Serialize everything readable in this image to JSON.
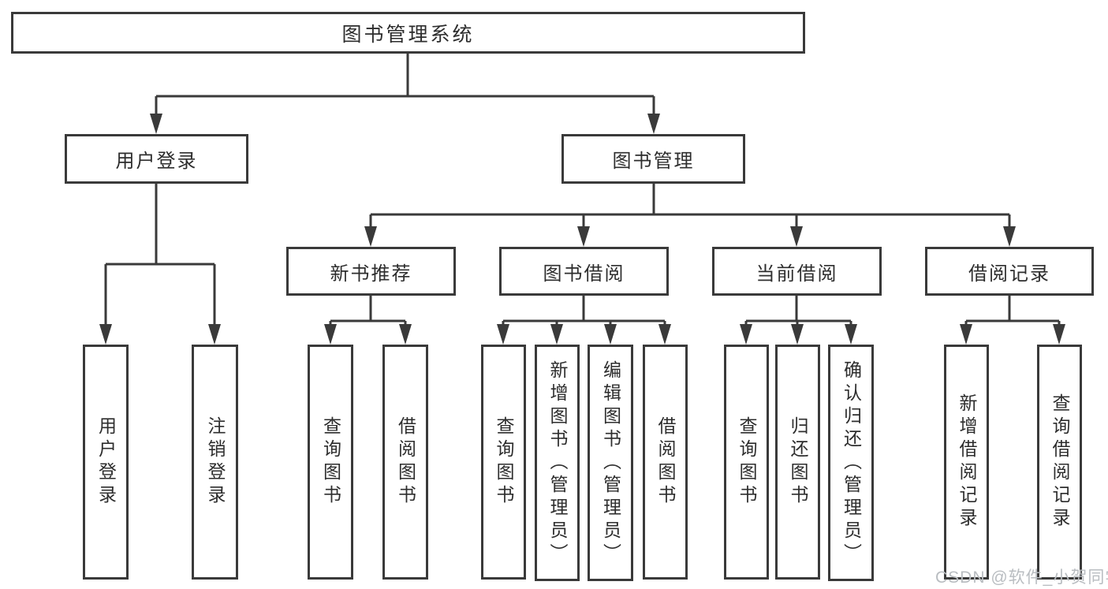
{
  "nodes": {
    "root": {
      "label": "图书管理系统"
    },
    "user_login": {
      "label": "用户登录"
    },
    "book_mgmt": {
      "label": "图书管理"
    },
    "new_book_rec": {
      "label": "新书推荐"
    },
    "book_borrow": {
      "label": "图书借阅"
    },
    "current_borrow": {
      "label": "当前借阅"
    },
    "borrow_records": {
      "label": "借阅记录"
    },
    "leaf_user_login": {
      "label": "用户登录"
    },
    "leaf_logout": {
      "label": "注销登录"
    },
    "leaf_query_book_rec": {
      "label": "查询图书"
    },
    "leaf_borrow_book_rec": {
      "label": "借阅图书"
    },
    "leaf_query_book_borrow": {
      "label": "查询图书"
    },
    "leaf_add_book": {
      "label": "新增图书（管理员）"
    },
    "leaf_edit_book": {
      "label": "编辑图书（管理员）"
    },
    "leaf_borrow_book": {
      "label": "借阅图书"
    },
    "leaf_query_book_current": {
      "label": "查询图书"
    },
    "leaf_return_book": {
      "label": "归还图书"
    },
    "leaf_confirm_return": {
      "label": "确认归还（管理员）"
    },
    "leaf_add_borrow_record": {
      "label": "新增借阅记录"
    },
    "leaf_query_borrow_record": {
      "label": "查询借阅记录"
    }
  },
  "watermark": {
    "text": "CSDN @软件_小贺同学"
  },
  "colors": {
    "line": "#3a3a3a",
    "box_border": "#3a3a3a",
    "text": "#2d2d2d",
    "watermark": "#b9bdc1",
    "background": "#ffffff"
  }
}
